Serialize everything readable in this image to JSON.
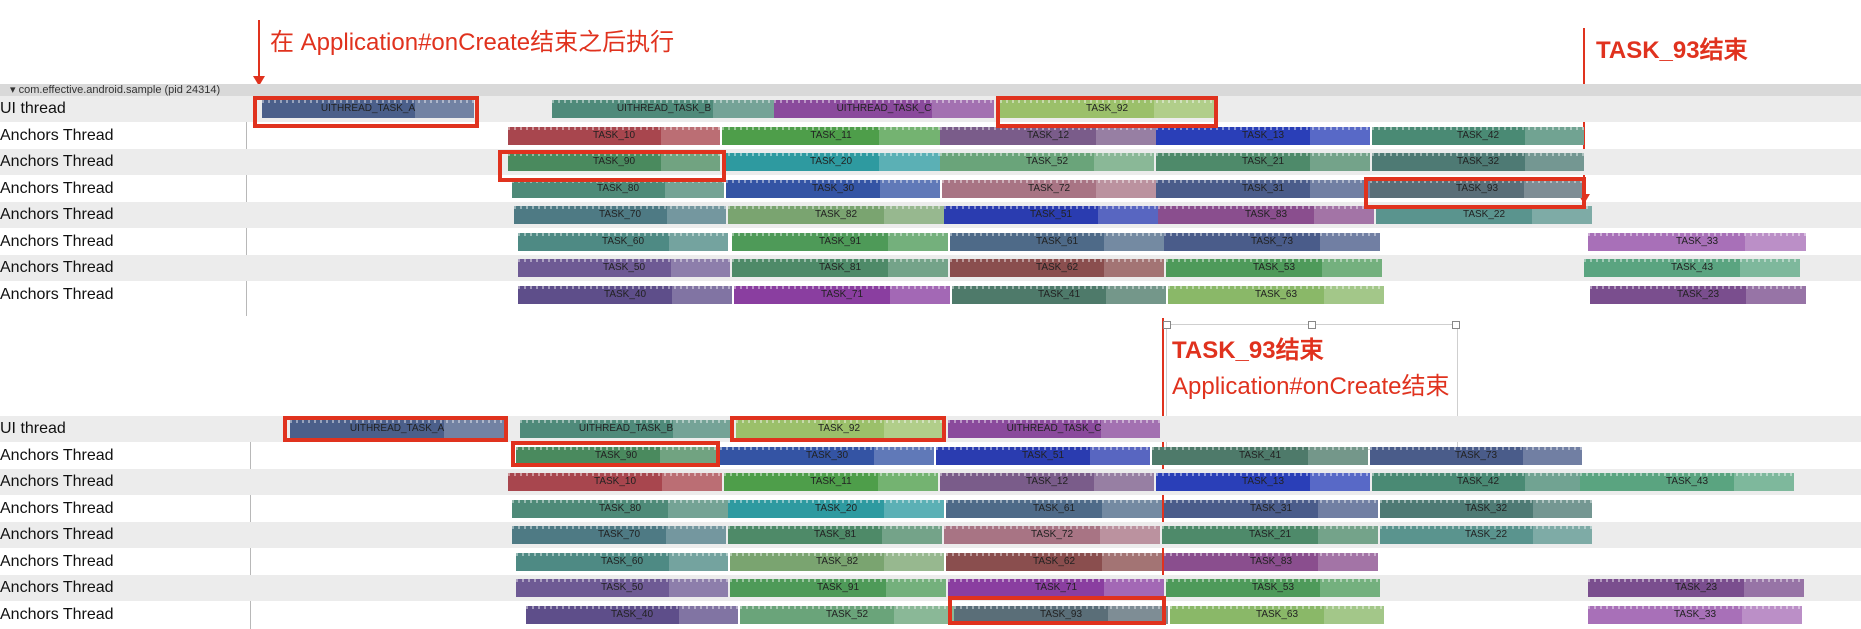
{
  "annotations": {
    "top_left": "在 Application#onCreate结束之后执行",
    "top_right": "TASK_93结束",
    "middle_line1": "TASK_93结束",
    "middle_line2": "Application#onCreate结束"
  },
  "process": {
    "label": "com.effective.android.sample (pid 24314)",
    "expand_icon": "triangle-down-icon"
  },
  "top": {
    "rows": [
      {
        "label": "UI thread",
        "tasks": [
          {
            "name": "UITHREAD_TASK_A",
            "color": "#4b5f8a"
          },
          {
            "name": "UITHREAD_TASK_B",
            "color": "#4f8a7a"
          },
          {
            "name": "UITHREAD_TASK_C",
            "color": "#8a4a9c"
          },
          {
            "name": "TASK_92",
            "color": "#9bc06a"
          }
        ]
      },
      {
        "label": "Anchors Thread",
        "tasks": [
          {
            "name": "TASK_10",
            "color": "#a8464e"
          },
          {
            "name": "TASK_11",
            "color": "#4e9e4a"
          },
          {
            "name": "TASK_12",
            "color": "#7a5c8a"
          },
          {
            "name": "TASK_13",
            "color": "#2a3fb8"
          },
          {
            "name": "TASK_42",
            "color": "#4a8a74"
          }
        ]
      },
      {
        "label": "Anchors Thread",
        "tasks": [
          {
            "name": "TASK_90",
            "color": "#4a8a5e"
          },
          {
            "name": "TASK_20",
            "color": "#2e9aa0"
          },
          {
            "name": "TASK_52",
            "color": "#6aa47a"
          },
          {
            "name": "TASK_21",
            "color": "#4e8a6a"
          },
          {
            "name": "TASK_32",
            "color": "#4e7a74"
          }
        ]
      },
      {
        "label": "Anchors Thread",
        "tasks": [
          {
            "name": "TASK_80",
            "color": "#4e8a78"
          },
          {
            "name": "TASK_30",
            "color": "#3454a4"
          },
          {
            "name": "TASK_72",
            "color": "#a87484"
          },
          {
            "name": "TASK_31",
            "color": "#4a5c8a"
          },
          {
            "name": "TASK_93",
            "color": "#5a6e78"
          }
        ]
      },
      {
        "label": "Anchors Thread",
        "tasks": [
          {
            "name": "TASK_70",
            "color": "#4e7a84"
          },
          {
            "name": "TASK_82",
            "color": "#7aa470"
          },
          {
            "name": "TASK_51",
            "color": "#2a3cb0"
          },
          {
            "name": "TASK_83",
            "color": "#8a4e8e"
          },
          {
            "name": "TASK_22",
            "color": "#5a948e"
          }
        ]
      },
      {
        "label": "Anchors Thread",
        "tasks": [
          {
            "name": "TASK_60",
            "color": "#4e8a84"
          },
          {
            "name": "TASK_91",
            "color": "#4e9a58"
          },
          {
            "name": "TASK_61",
            "color": "#4e6a88"
          },
          {
            "name": "TASK_73",
            "color": "#4a5c8a"
          },
          {
            "name": "TASK_33",
            "color": "#a870b8"
          }
        ]
      },
      {
        "label": "Anchors Thread",
        "tasks": [
          {
            "name": "TASK_50",
            "color": "#6e5a94"
          },
          {
            "name": "TASK_81",
            "color": "#4e8a68"
          },
          {
            "name": "TASK_62",
            "color": "#8a4e4e"
          },
          {
            "name": "TASK_53",
            "color": "#4e9a5a"
          },
          {
            "name": "TASK_43",
            "color": "#5aa480"
          }
        ]
      },
      {
        "label": "Anchors Thread",
        "tasks": [
          {
            "name": "TASK_40",
            "color": "#5e4e8a"
          },
          {
            "name": "TASK_71",
            "color": "#8a3ea0"
          },
          {
            "name": "TASK_41",
            "color": "#4e7a6a"
          },
          {
            "name": "TASK_63",
            "color": "#8ab868"
          },
          {
            "name": "TASK_23",
            "color": "#7a4e8e"
          }
        ]
      }
    ]
  },
  "bottom": {
    "rows": [
      {
        "label": "UI thread",
        "tasks": [
          {
            "name": "UITHREAD_TASK_A",
            "color": "#4b5f8a"
          },
          {
            "name": "UITHREAD_TASK_B",
            "color": "#4f8a7a"
          },
          {
            "name": "TASK_92",
            "color": "#9bc06a"
          },
          {
            "name": "UITHREAD_TASK_C",
            "color": "#8a4a9c"
          }
        ]
      },
      {
        "label": "Anchors Thread",
        "tasks": [
          {
            "name": "TASK_90",
            "color": "#4a8a5e"
          },
          {
            "name": "TASK_30",
            "color": "#3454a4"
          },
          {
            "name": "TASK_51",
            "color": "#2a3cb0"
          },
          {
            "name": "TASK_41",
            "color": "#4e7a6a"
          },
          {
            "name": "TASK_73",
            "color": "#4a5c8a"
          }
        ]
      },
      {
        "label": "Anchors Thread",
        "tasks": [
          {
            "name": "TASK_10",
            "color": "#a8464e"
          },
          {
            "name": "TASK_11",
            "color": "#4e9e4a"
          },
          {
            "name": "TASK_12",
            "color": "#7a5c8a"
          },
          {
            "name": "TASK_13",
            "color": "#2a3fb8"
          },
          {
            "name": "TASK_42",
            "color": "#4a8a74"
          },
          {
            "name": "TASK_43",
            "color": "#5aa480"
          }
        ]
      },
      {
        "label": "Anchors Thread",
        "tasks": [
          {
            "name": "TASK_80",
            "color": "#4e8a78"
          },
          {
            "name": "TASK_20",
            "color": "#2e9aa0"
          },
          {
            "name": "TASK_61",
            "color": "#4e6a88"
          },
          {
            "name": "TASK_31",
            "color": "#4a5c8a"
          },
          {
            "name": "TASK_32",
            "color": "#4e7a74"
          }
        ]
      },
      {
        "label": "Anchors Thread",
        "tasks": [
          {
            "name": "TASK_70",
            "color": "#4e7a84"
          },
          {
            "name": "TASK_81",
            "color": "#4e8a68"
          },
          {
            "name": "TASK_72",
            "color": "#a87484"
          },
          {
            "name": "TASK_21",
            "color": "#4e8a6a"
          },
          {
            "name": "TASK_22",
            "color": "#5a948e"
          }
        ]
      },
      {
        "label": "Anchors Thread",
        "tasks": [
          {
            "name": "TASK_60",
            "color": "#4e8a84"
          },
          {
            "name": "TASK_82",
            "color": "#7aa470"
          },
          {
            "name": "TASK_62",
            "color": "#8a4e4e"
          },
          {
            "name": "TASK_83",
            "color": "#8a4e8e"
          }
        ]
      },
      {
        "label": "Anchors Thread",
        "tasks": [
          {
            "name": "TASK_50",
            "color": "#6e5a94"
          },
          {
            "name": "TASK_91",
            "color": "#4e9a58"
          },
          {
            "name": "TASK_71",
            "color": "#8a3ea0"
          },
          {
            "name": "TASK_53",
            "color": "#4e9a5a"
          },
          {
            "name": "TASK_23",
            "color": "#7a4e8e"
          }
        ]
      },
      {
        "label": "Anchors Thread",
        "tasks": [
          {
            "name": "TASK_40",
            "color": "#5e4e8a"
          },
          {
            "name": "TASK_52",
            "color": "#6aa47a"
          },
          {
            "name": "TASK_93",
            "color": "#5a6e78"
          },
          {
            "name": "TASK_63",
            "color": "#8ab868"
          },
          {
            "name": "TASK_33",
            "color": "#a870b8"
          }
        ]
      }
    ]
  }
}
